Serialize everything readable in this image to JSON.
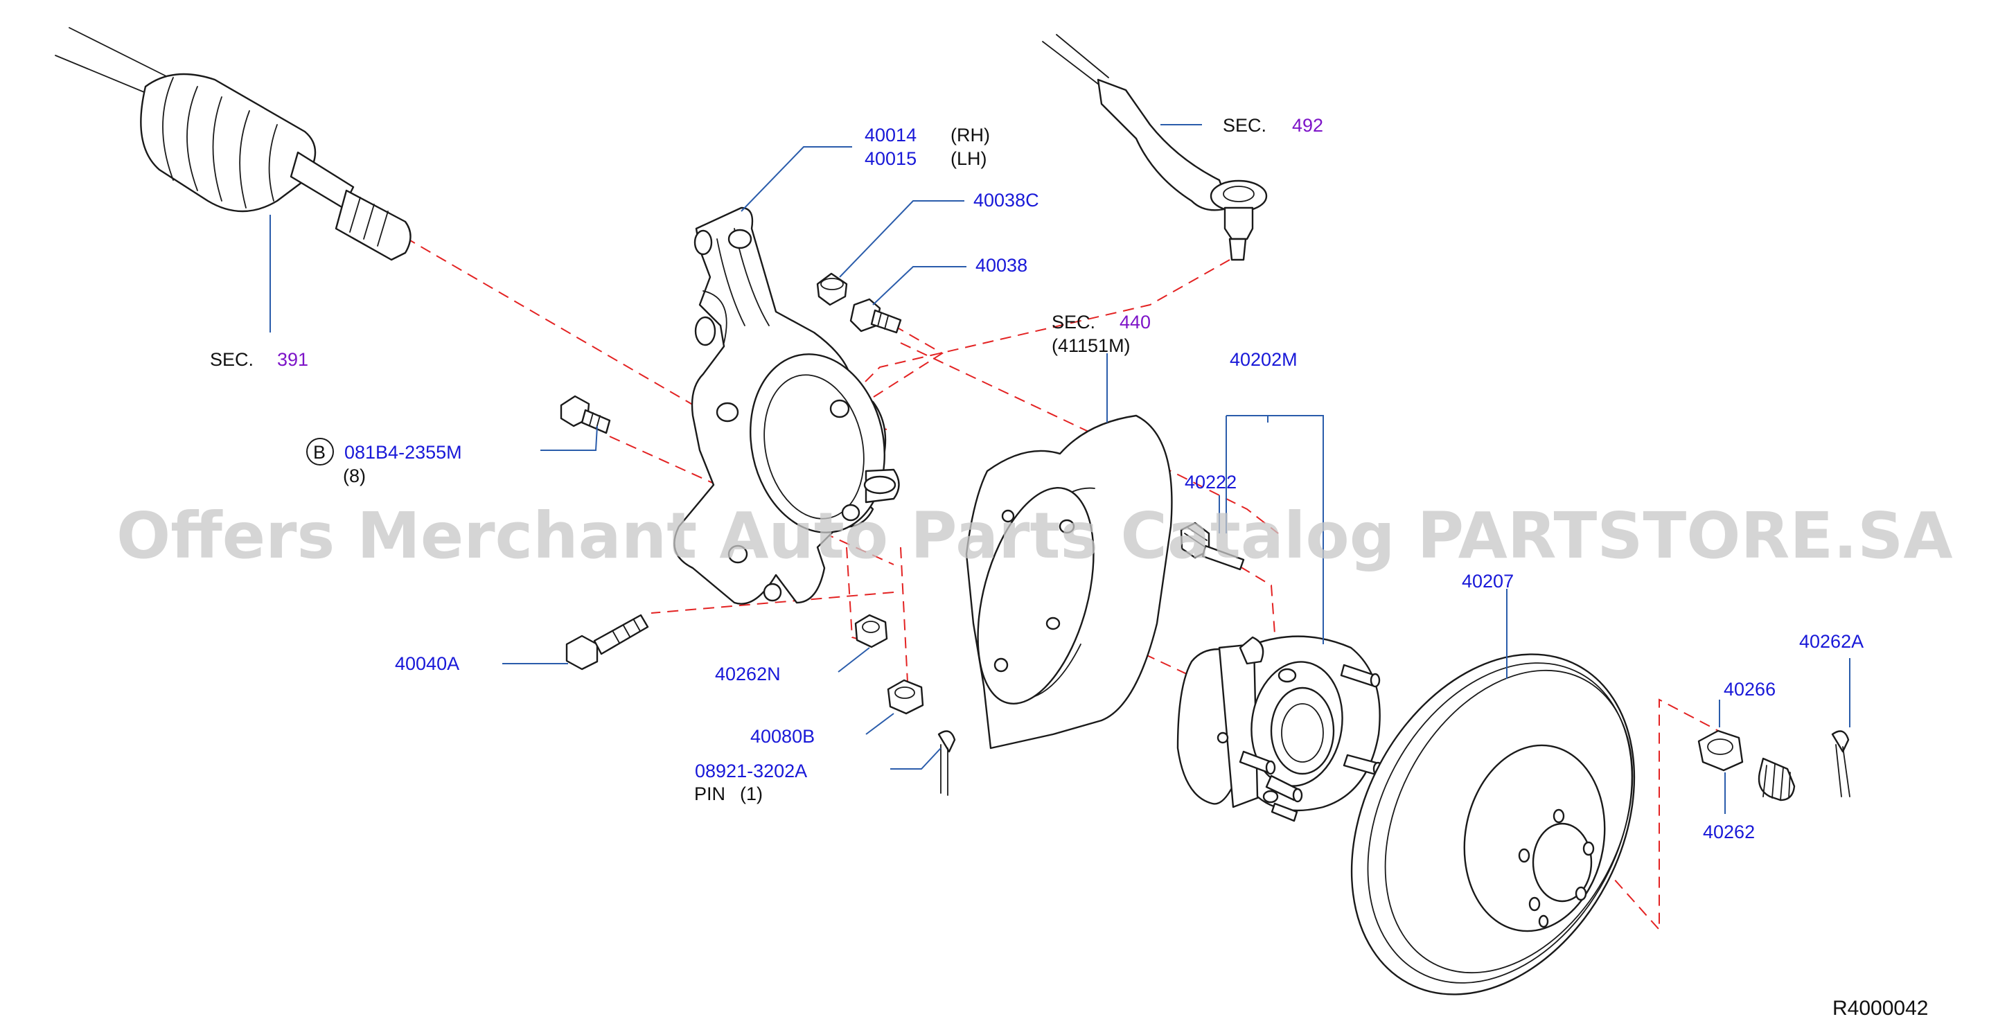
{
  "watermark": "Offers Merchant Auto Parts Catalog PARTSTORE.SA",
  "diagram_code": "R4000042",
  "sections": [
    {
      "word": "SEC.",
      "ref": "391"
    },
    {
      "word": "SEC.",
      "ref": "492"
    },
    {
      "word": "SEC.",
      "ref": "440",
      "sub": "(41151M)"
    }
  ],
  "parts": {
    "knuckle_rh": "40014",
    "knuckle_rh_side": "(RH)",
    "knuckle_lh": "40015",
    "knuckle_lh_side": "(LH)",
    "bushing": "40038C",
    "bolt_small": "40038",
    "hub_assembly": "40202M",
    "hub_bolt": "40222",
    "rotor": "40207",
    "cotter_pin_right": "40262A",
    "nut_cap": "40266",
    "nut_right": "40262",
    "nut_knuckle": "40262N",
    "nut_ball": "40080B",
    "bolt_long": "40040A",
    "pin": "08921-3202A",
    "pin_name": "PIN",
    "pin_qty": "(1)",
    "bolt_std_marker": "B",
    "bolt_std": "081B4-2355M",
    "bolt_std_qty": "(8)"
  }
}
